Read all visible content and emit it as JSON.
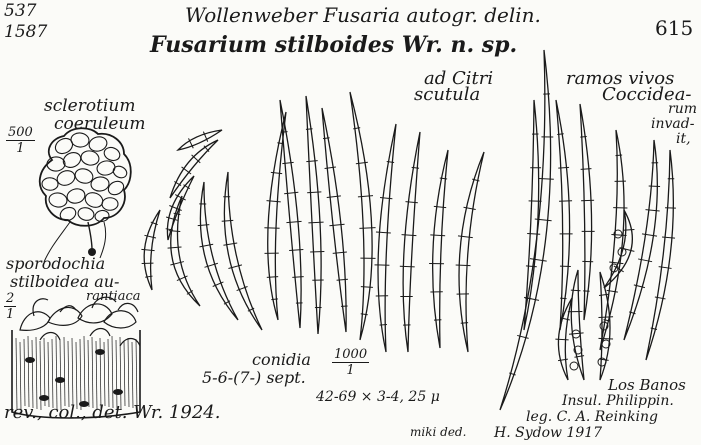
{
  "header": {
    "number_top": "537",
    "number_bottom": "1587",
    "author_line": "Wollenweber Fusaria autogr. delin.",
    "plate_number": "615",
    "species_line": "Fusarium stilboides Wr. n. sp."
  },
  "labels": {
    "sclerotium": "sclerotium",
    "coeruleum": "coeruleum",
    "magnification_sclerotium": {
      "numerator": "500",
      "denominator": "1"
    },
    "sporodochia": "sporodochia",
    "stilboidea": "stilboidea au-",
    "rantiaca": "rantiaca",
    "magnification_sporodochia": {
      "numerator": "2",
      "denominator": "1"
    },
    "ad_citri": "ad Citri",
    "scutula": "scutula",
    "ramos_vivos": "ramos vivos",
    "coccidea": "Coccidea-",
    "rum": "rum",
    "invad": "invad-",
    "it": "it,",
    "conidia": "conidia",
    "magnification_conidia": {
      "numerator": "1000",
      "denominator": "1"
    },
    "septation": "5-6-(7-) sept.",
    "dimensions": "42-69 × 3-4, 25 μ",
    "locality_1": "Los Banos",
    "locality_2": "Insul. Philippin.",
    "collector": "leg. C. A. Reinking",
    "sydow": "H. Sydow 1917",
    "miki_ded": "miki ded.",
    "revision": "rev., col., det. Wr. 1924."
  },
  "colors": {
    "ink": "#1a1a1a",
    "paper": "#fbfbf8"
  }
}
